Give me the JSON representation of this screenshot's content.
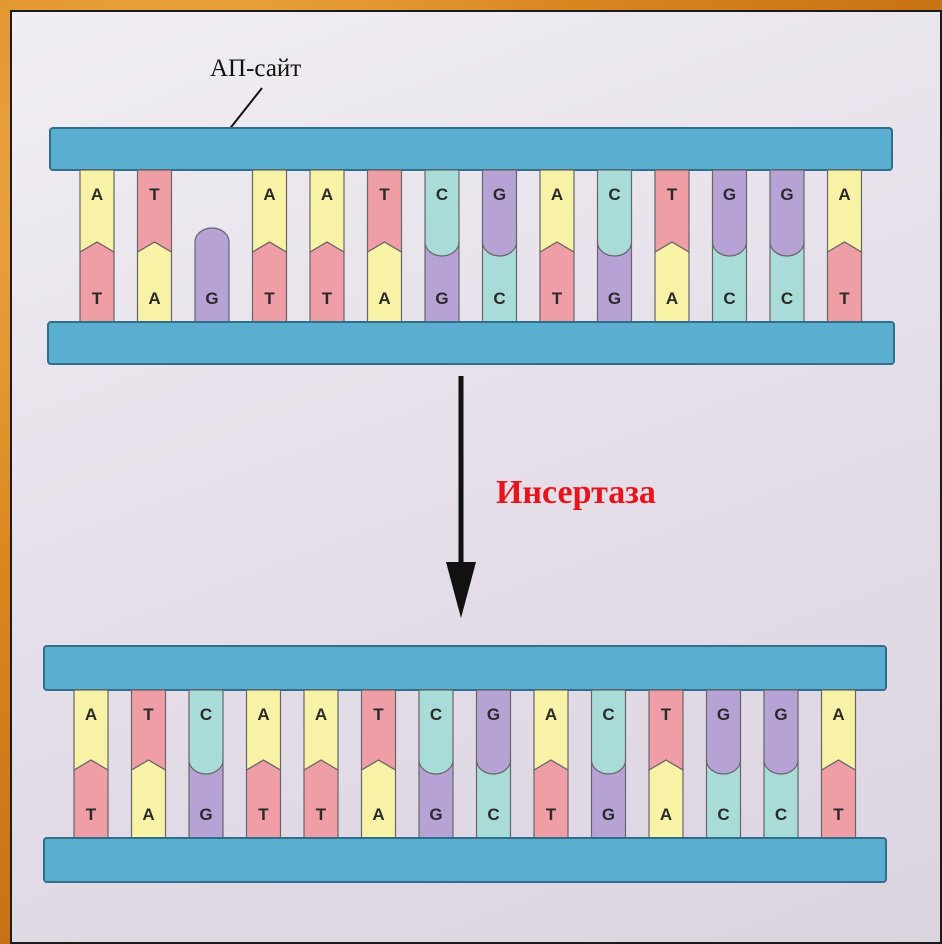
{
  "labels": {
    "ap_site": "АП-сайт",
    "enzyme": "Инсертаза"
  },
  "colors": {
    "A": "#f7f2a6",
    "T": "#ef9ea6",
    "G": "#b7a2d6",
    "C": "#a9dcd8",
    "backbone": "#5aaed0",
    "backbone_edge": "#2f6f8c",
    "arrow": "#111111",
    "enzyme_text": "#e8141b"
  },
  "before": {
    "top_strand": [
      "A",
      "T",
      "",
      "A",
      "A",
      "T",
      "C",
      "G",
      "A",
      "C",
      "T",
      "G",
      "G",
      "A"
    ],
    "bottom_strand": [
      "T",
      "A",
      "G",
      "T",
      "T",
      "A",
      "G",
      "C",
      "T",
      "G",
      "A",
      "C",
      "C",
      "T"
    ]
  },
  "after": {
    "top_strand": [
      "A",
      "T",
      "C",
      "A",
      "A",
      "T",
      "C",
      "G",
      "A",
      "C",
      "T",
      "G",
      "G",
      "A"
    ],
    "bottom_strand": [
      "T",
      "A",
      "G",
      "T",
      "T",
      "A",
      "G",
      "C",
      "T",
      "G",
      "A",
      "C",
      "C",
      "T"
    ]
  }
}
